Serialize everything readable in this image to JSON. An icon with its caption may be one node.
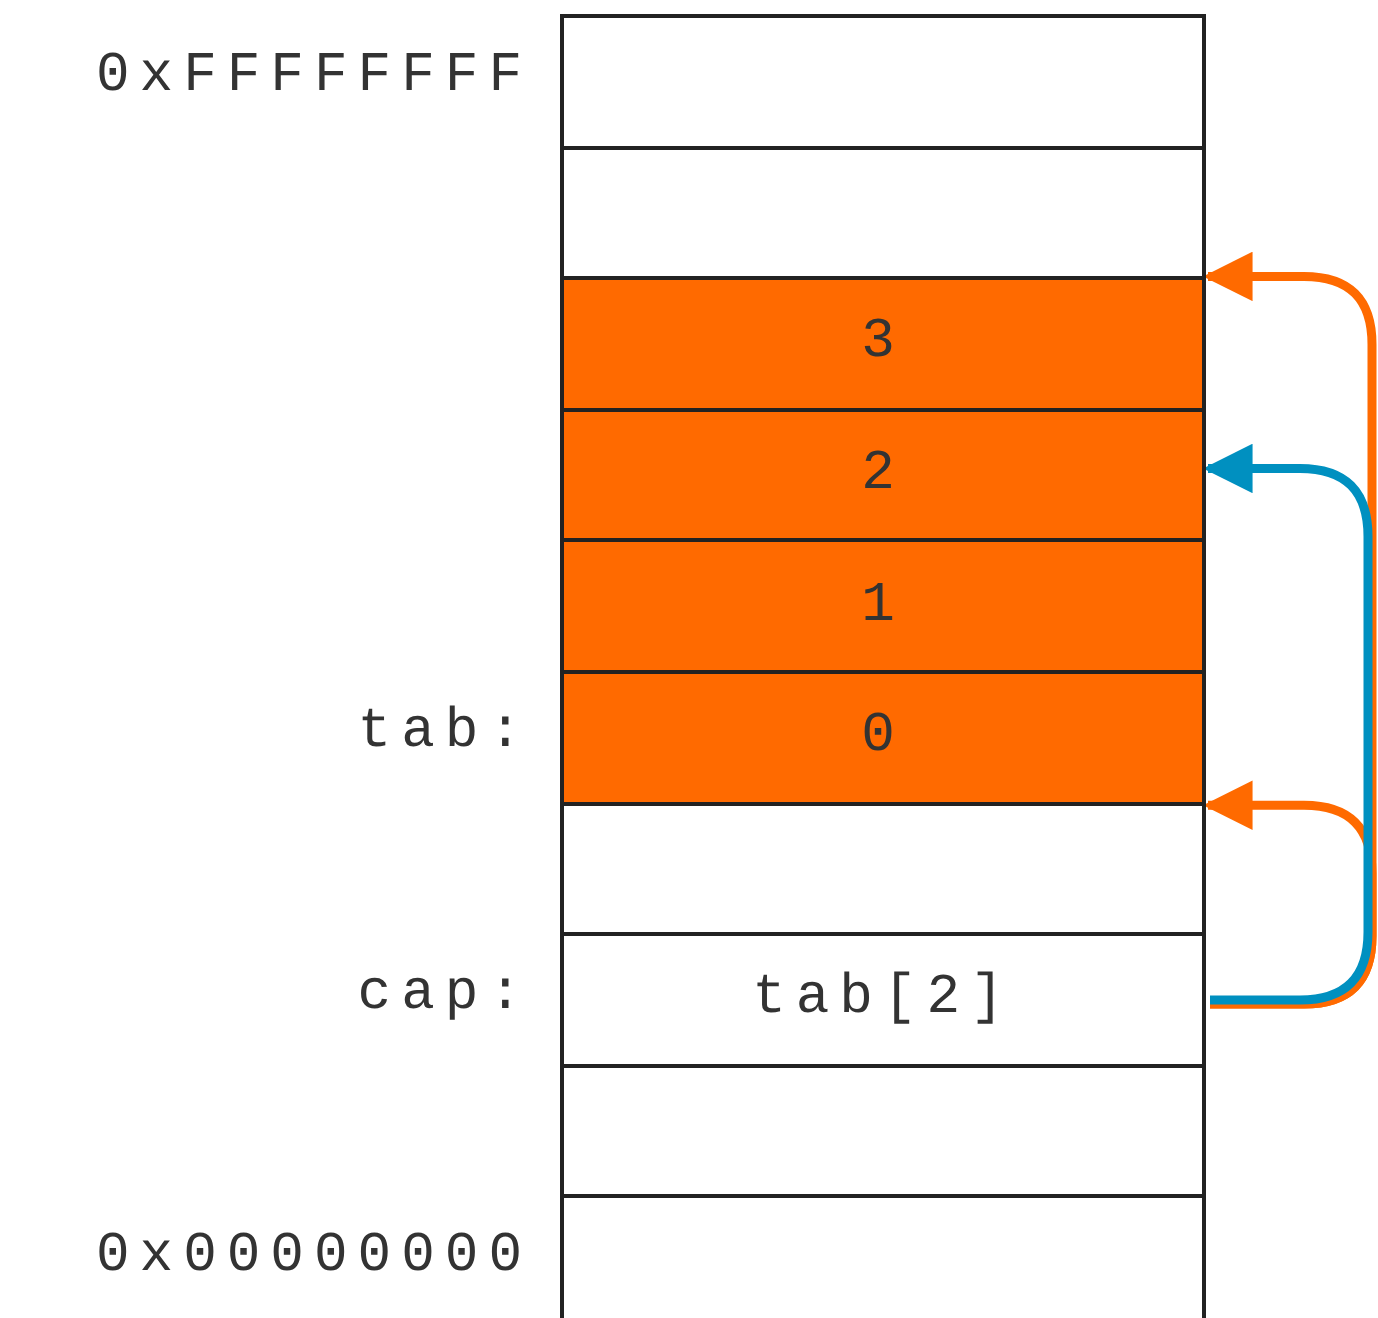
{
  "diagram": {
    "nodes": [
      {
        "text": [],
        "shape": "box",
        "beside": [
          "0xFFFFFFFF"
        ]
      },
      {
        "text": [],
        "shape": "box"
      },
      {
        "text": [
          "3"
        ]
      },
      {
        "text": [
          "2"
        ]
      },
      {
        "text": [
          "1"
        ]
      },
      {
        "text": [
          "0"
        ],
        "beside": [
          "tab:"
        ]
      },
      {
        "text": [],
        "shape": "box"
      },
      {
        "text": [
          "tab[2]"
        ],
        "beside": [
          "cap:"
        ]
      },
      {
        "text": [],
        "shape": "box"
      },
      {
        "text": [],
        "shape": "box",
        "beside": [
          "0x00000000"
        ]
      }
    ],
    "edges": [
      {
        "from": 7,
        "to": 2,
        "arrow": "to",
        "color": "#ff6a00"
      },
      {
        "from": 7,
        "to": 5,
        "arrow": "to",
        "color": "#ff6a00"
      },
      {
        "from": 7,
        "to": 3,
        "arrow": "to",
        "color": "#0090c0"
      }
    ]
  }
}
